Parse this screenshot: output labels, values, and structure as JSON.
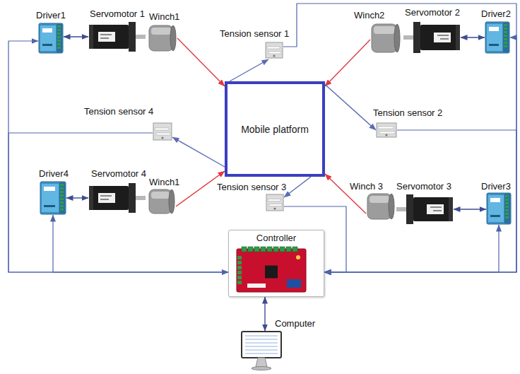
{
  "diagram": {
    "nodes": [
      {
        "text": [
          "Driver1"
        ]
      },
      {
        "text": [
          "Servomotor 1"
        ]
      },
      {
        "text": [
          "Winch1"
        ]
      },
      {
        "text": [
          "Tension sensor 1"
        ]
      },
      {
        "text": [
          "Winch2"
        ]
      },
      {
        "text": [
          "Servomotor 2"
        ]
      },
      {
        "text": [
          "Driver2"
        ]
      },
      {
        "text": [
          "Mobile platform"
        ]
      },
      {
        "text": [
          "Tension sensor 4"
        ]
      },
      {
        "text": [
          "Tension sensor 2"
        ]
      },
      {
        "text": [
          "Driver4"
        ]
      },
      {
        "text": [
          "Servomotor 4"
        ]
      },
      {
        "text": [
          "Winch1"
        ]
      },
      {
        "text": [
          "Tension sensor 3"
        ]
      },
      {
        "text": [
          "Winch 3"
        ]
      },
      {
        "text": [
          "Servomotor 3"
        ]
      },
      {
        "text": [
          "Driver3"
        ]
      },
      {
        "text": [
          "Controller"
        ]
      },
      {
        "text": [
          "Computer"
        ]
      }
    ],
    "edges": [
      {
        "from": 0,
        "to": 1,
        "arrow": "both"
      },
      {
        "from": 2,
        "to": 7,
        "arrow": "to"
      },
      {
        "from": 7,
        "to": 3,
        "arrow": "to"
      },
      {
        "from": 4,
        "to": 7,
        "arrow": "to"
      },
      {
        "from": 5,
        "to": 6,
        "arrow": "both"
      },
      {
        "from": 7,
        "to": 9,
        "arrow": "to"
      },
      {
        "from": 7,
        "to": 8,
        "arrow": "to"
      },
      {
        "from": 10,
        "to": 11,
        "arrow": "both"
      },
      {
        "from": 12,
        "to": 7,
        "arrow": "to"
      },
      {
        "from": 7,
        "to": 13,
        "arrow": "to"
      },
      {
        "from": 14,
        "to": 7,
        "arrow": "to"
      },
      {
        "from": 15,
        "to": 16,
        "arrow": "both"
      },
      {
        "from": 0,
        "to": 17,
        "arrow": "both"
      },
      {
        "from": 3,
        "to": 17,
        "arrow": "to"
      },
      {
        "from": 6,
        "to": 17,
        "arrow": "both"
      },
      {
        "from": 9,
        "to": 17,
        "arrow": "to"
      },
      {
        "from": 8,
        "to": 17,
        "arrow": "to"
      },
      {
        "from": 10,
        "to": 17,
        "arrow": "both"
      },
      {
        "from": 16,
        "to": 17,
        "arrow": "both"
      },
      {
        "from": 13,
        "to": 17,
        "arrow": "to"
      },
      {
        "from": 17,
        "to": 18,
        "arrow": "both"
      }
    ]
  }
}
